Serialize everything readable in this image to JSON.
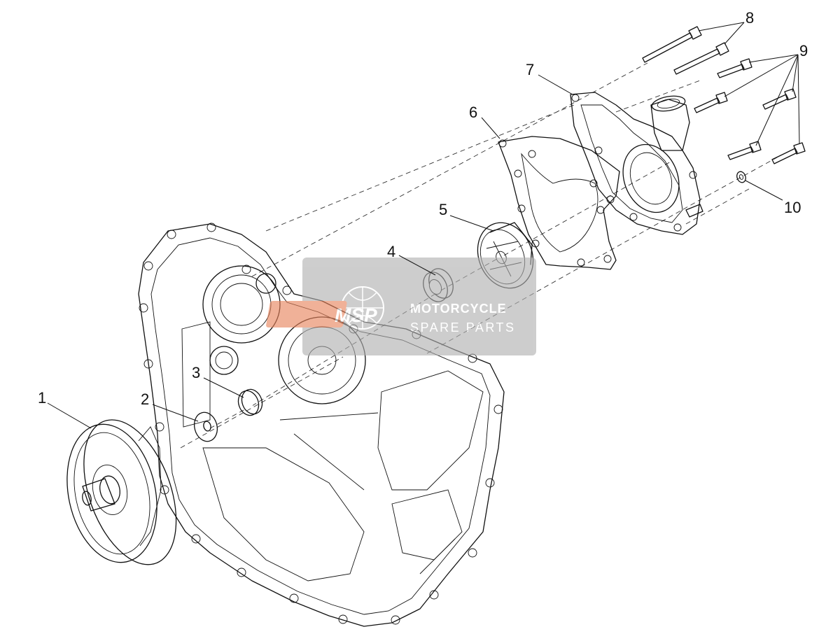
{
  "diagram": {
    "callouts": [
      "1",
      "2",
      "3",
      "4",
      "5",
      "6",
      "7",
      "8",
      "9",
      "10"
    ]
  },
  "watermark": {
    "logo_text": "MSP",
    "line1": "MOTORCYCLE",
    "line2": "SPARE PARTS",
    "bg_color": "#b0b0b0",
    "logo_color": "#e8825a"
  }
}
